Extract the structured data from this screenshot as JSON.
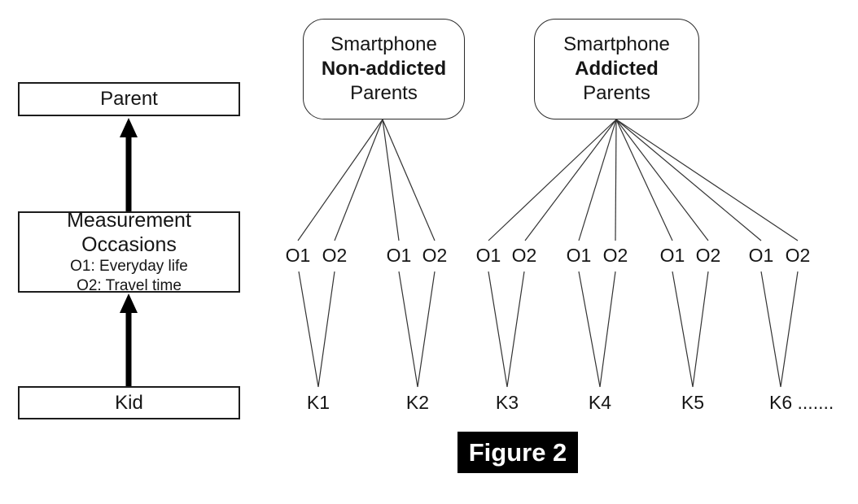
{
  "figure": {
    "caption": "Figure 2"
  },
  "colors": {
    "line": "#333333",
    "box_border": "#1c1c1c",
    "caption_bg": "#000000",
    "caption_text": "#ffffff"
  },
  "left_flow": {
    "parent_label": "Parent",
    "measurement_title": "Measurement Occasions",
    "measurement_o1": "O1: Everyday life",
    "measurement_o2": "O2: Travel time",
    "kid_label": "Kid"
  },
  "groups": [
    {
      "line1": "Smartphone",
      "line2": "Non-addicted",
      "line3": "Parents"
    },
    {
      "line1": "Smartphone",
      "line2": "Addicted",
      "line3": "Parents"
    }
  ],
  "occasions": {
    "o1": "O1",
    "o2": "O2"
  },
  "kids": [
    {
      "label": "K1"
    },
    {
      "label": "K2"
    },
    {
      "label": "K3"
    },
    {
      "label": "K4"
    },
    {
      "label": "K5"
    },
    {
      "label": "K6 ......."
    }
  ]
}
